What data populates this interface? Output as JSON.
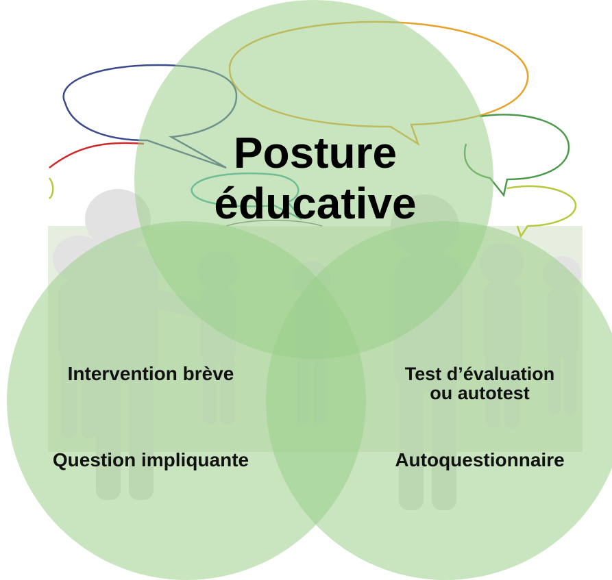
{
  "diagram": {
    "top_circle": {
      "label_line1": "Posture",
      "label_line2": "éducative"
    },
    "left_circle": {
      "item1": "Intervention brève",
      "item2": "Question impliquante"
    },
    "right_circle": {
      "item1_line1": "Test d’évaluation",
      "item1_line2": "ou autotest",
      "item2": "Autoquestionnaire"
    }
  },
  "colors": {
    "circle_fill": "#9bd08a",
    "background_floor": "#d9e6cf",
    "figure": "#e3e3e3",
    "bubble_orange": "#e8a228",
    "bubble_navy": "#3b4a8c",
    "bubble_red": "#cc2a2a",
    "bubble_green": "#4a9a4a",
    "bubble_lime": "#b7c83a",
    "bubble_teal": "#3aa6a0"
  }
}
